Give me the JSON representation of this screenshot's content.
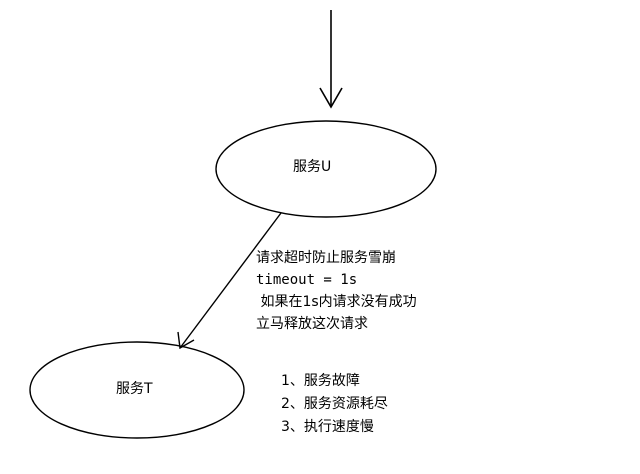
{
  "nodes": {
    "service_u": {
      "label": "服务U"
    },
    "service_t": {
      "label": "服务T"
    }
  },
  "edge_note": {
    "lines": [
      "请求超时防止服务雪崩",
      "timeout = 1s",
      " 如果在1s内请求没有成功",
      "立马释放这次请求"
    ]
  },
  "failure_causes": {
    "items": [
      "1、服务故障",
      "2、服务资源耗尽",
      "3、执行速度慢"
    ]
  }
}
